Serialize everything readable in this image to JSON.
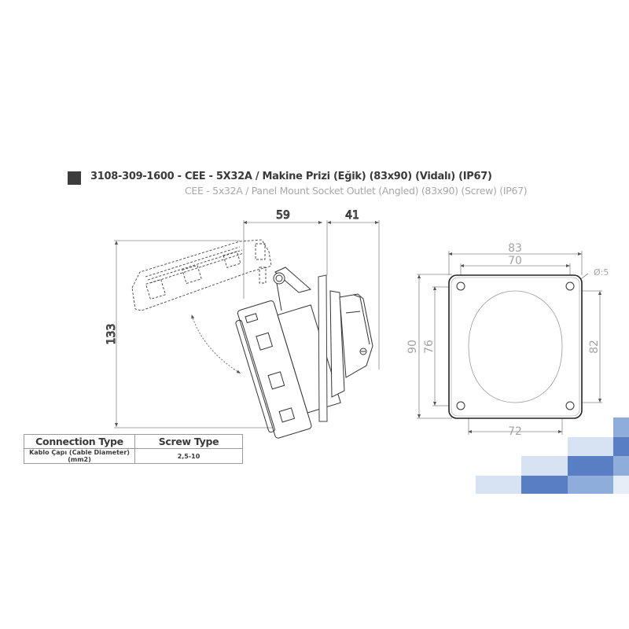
{
  "header": {
    "product_code": "3108-309-1600",
    "title_tr": " - CEE - 5X32A / Makine Prizi (Eğik) (83x90) (Vidalı) (IP67)",
    "title_en": "CEE - 5x32A / Panel Mount Socket Outlet (Angled) (83x90) (Screw) (IP67)",
    "swatch_color": "#3d3d3d"
  },
  "side_view": {
    "dim_width_left": "59",
    "dim_width_right": "41",
    "dim_height": "133"
  },
  "front_view": {
    "dim_outer_width": "83",
    "dim_hole_spacing_x": "70",
    "dim_hole_diameter": "Ø:5",
    "dim_outer_height": "90",
    "dim_hole_spacing_y": "76",
    "dim_cutout_height": "82",
    "dim_cutout_width": "72"
  },
  "spec_table": {
    "headers": [
      "Connection Type",
      "Screw Type"
    ],
    "rows": [
      [
        "Kablo Çapı (Cable Diameter) (mm2)",
        "2,5-10"
      ]
    ]
  },
  "decor": {
    "tile_colors": {
      "light": "#d7e3f3",
      "medium": "#8fadda",
      "dark": "#5a7ec3",
      "pale": "#e6edf7"
    }
  }
}
